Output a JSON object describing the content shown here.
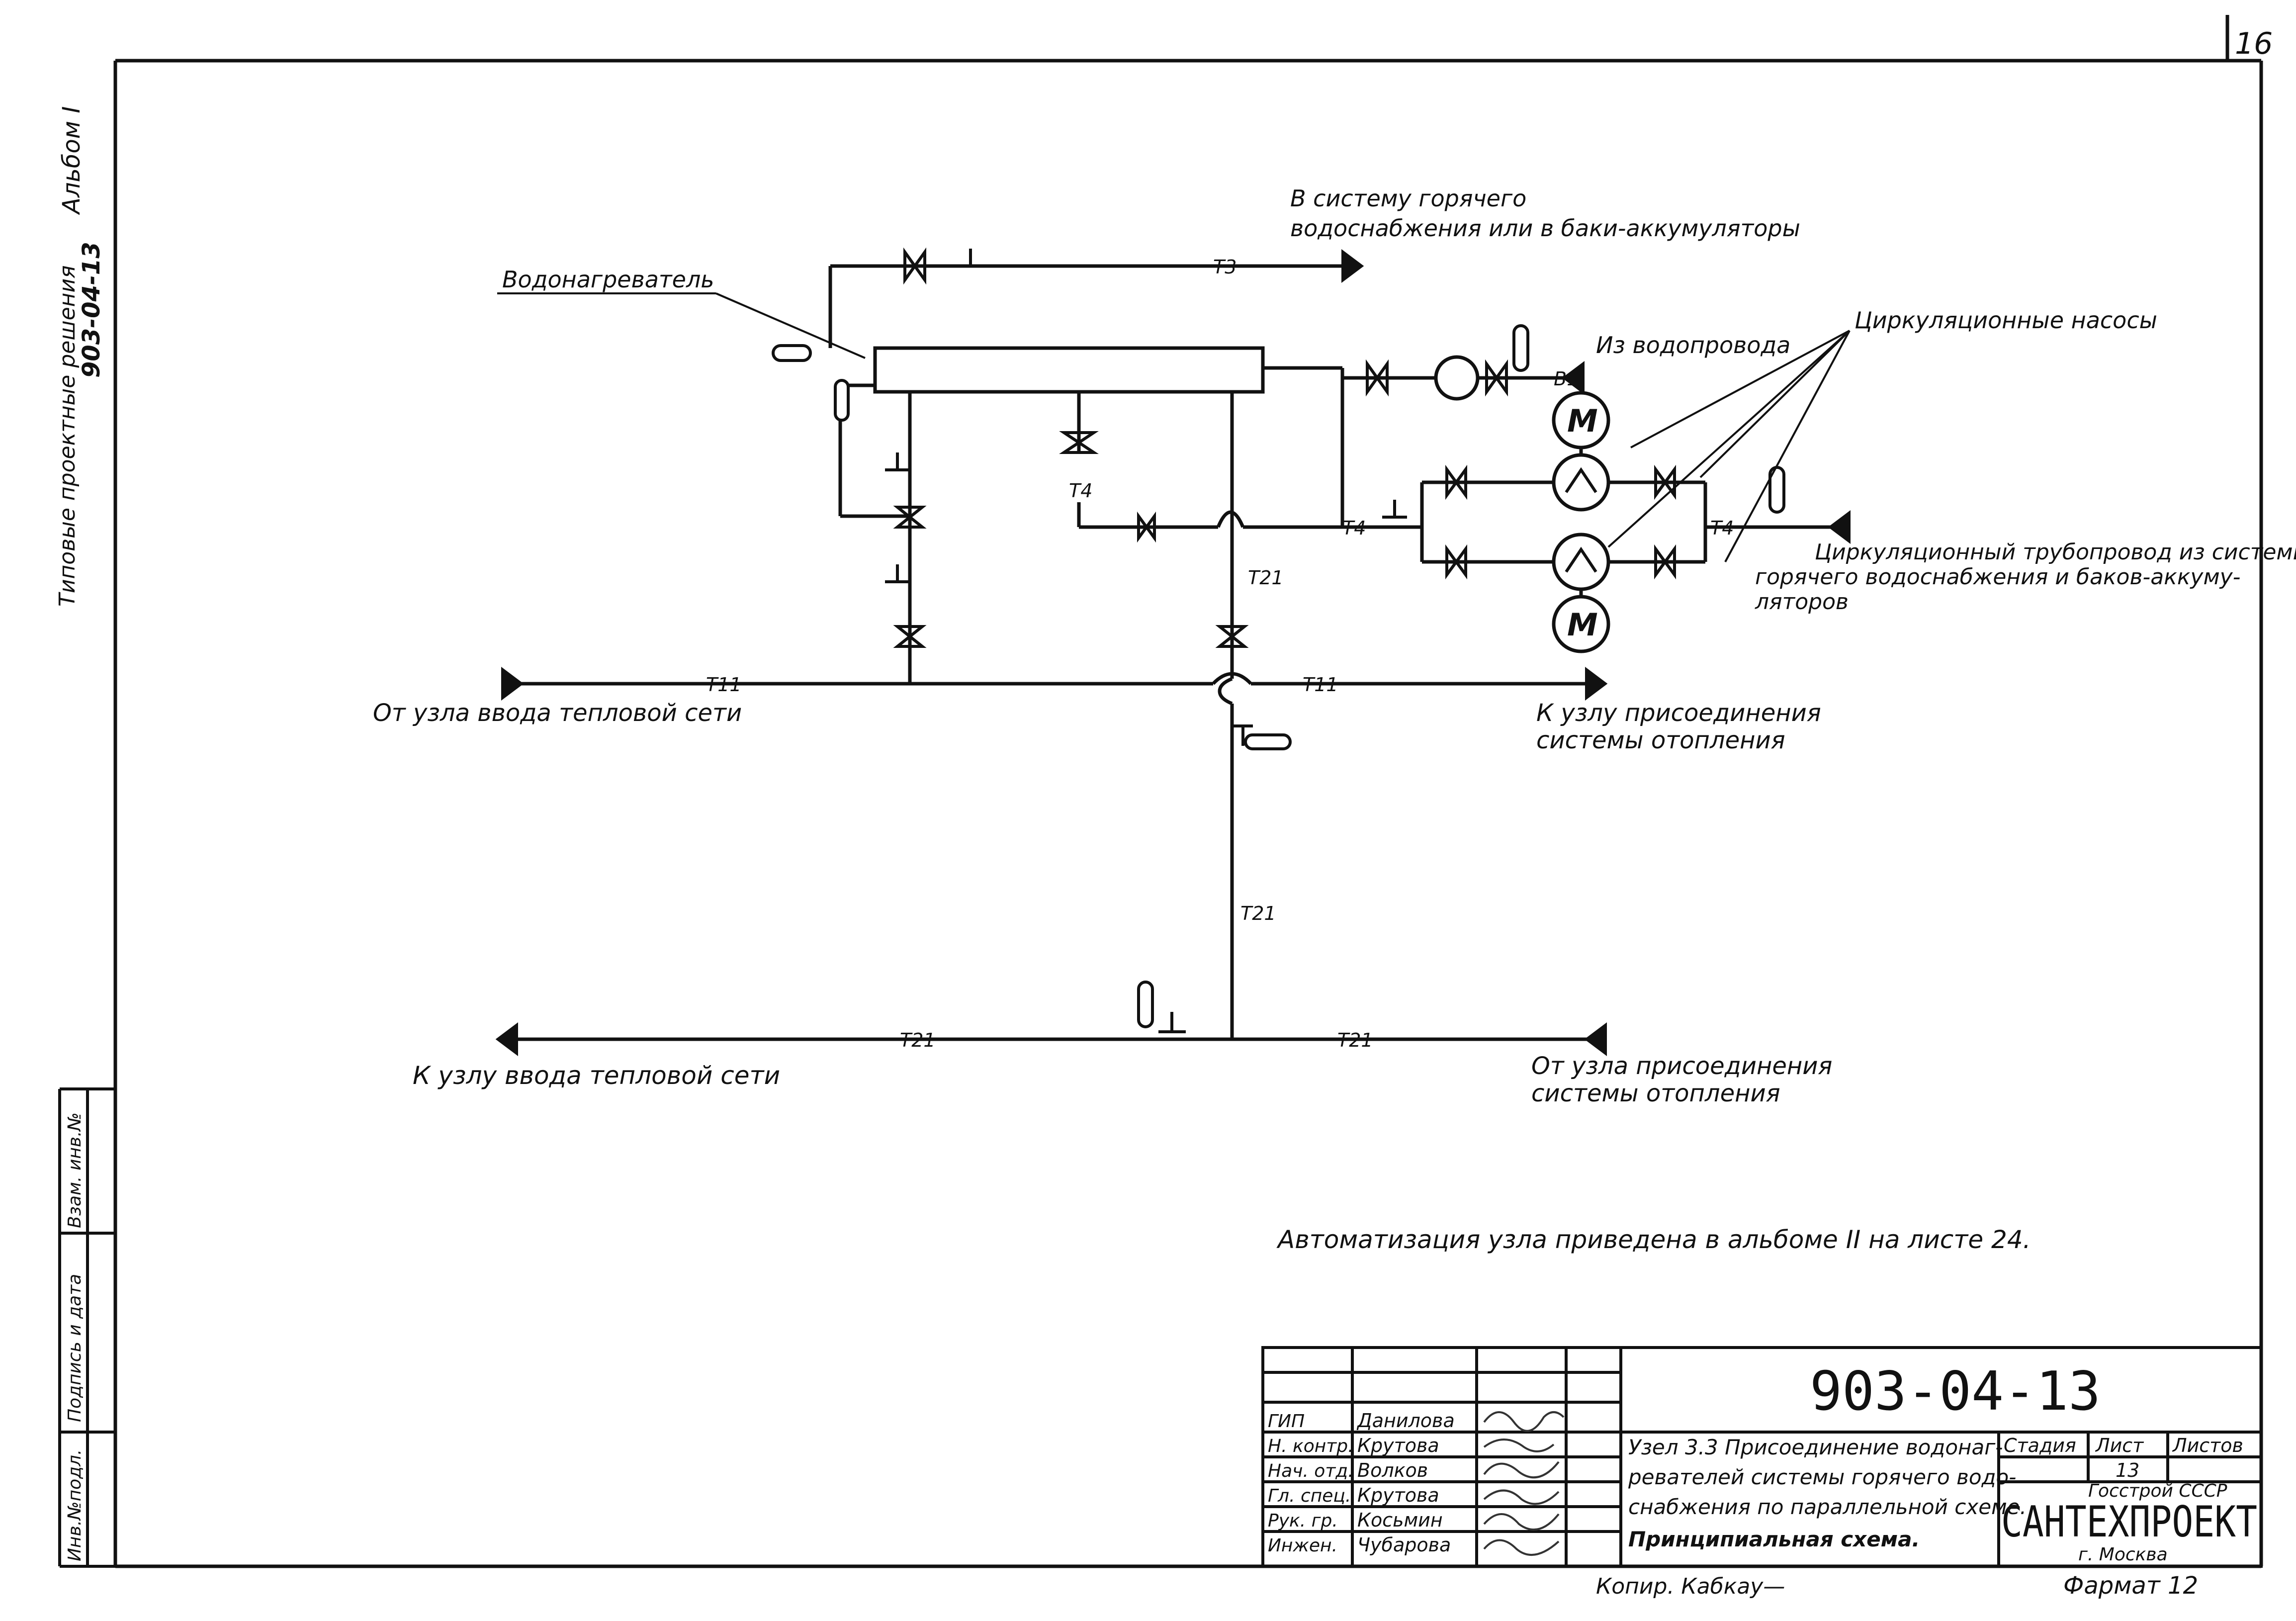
{
  "sheet": {
    "page_number": "16",
    "format": "Фармат 12",
    "copied_by": "Копир. Кабкау—"
  },
  "side_margin": {
    "series_title": "Типовые проектные решения",
    "series_number": "903-04-13",
    "album": "Альбом I",
    "stamp_columns": [
      "Инв.№подл.",
      "Подпись и дата",
      "Взам. инв.№"
    ]
  },
  "diagram": {
    "labels": {
      "heater": "Водонагреватель",
      "to_hw_system_line1": "В систему горячего",
      "to_hw_system_line2": "водоснабжения или в баки-аккумуляторы",
      "from_water_main": "Из водопровода",
      "circ_pumps": "Циркуляционные насосы",
      "circ_pipe_line1": "Циркуляционный трубопровод из системы",
      "circ_pipe_line2": "горячего водоснабжения и баков-аккуму-",
      "circ_pipe_line3": "ляторов",
      "from_heat_input": "От узла ввода тепловой сети",
      "to_heating_connection_line1": "К узлу присоединения",
      "to_heating_connection_line2": "системы отопления",
      "to_heat_input": "К узлу ввода тепловой сети",
      "from_heating_connection_line1": "От узла присоединения",
      "from_heating_connection_line2": "системы отопления",
      "automation_note": "Автоматизация узла  приведена в альбоме II на листе 24."
    },
    "pipe_codes": {
      "t3": "Т3",
      "b1": "В1",
      "t4": "Т4",
      "t11": "Т11",
      "t21": "Т21",
      "motor": "М"
    }
  },
  "title_block": {
    "document_number": "903-04-13",
    "roles": [
      {
        "role": "ГИП",
        "name": "Данилова"
      },
      {
        "role": "Н. контр.",
        "name": "Крутова"
      },
      {
        "role": "Нач. отд.",
        "name": "Волков"
      },
      {
        "role": "Гл. спец.",
        "name": "Крутова"
      },
      {
        "role": "Рук. гр.",
        "name": "Косьмин"
      },
      {
        "role": "Инжен.",
        "name": "Чубарова"
      }
    ],
    "description_lines": [
      "Узел 3.3 Присоединение водонаг-",
      "ревателей системы горячего водо-",
      "снабжения по параллельной схеме.",
      "Принципиальная  схема."
    ],
    "stage_header": "Стадия",
    "sheet_header": "Лист",
    "sheets_header": "Листов",
    "sheet_value": "13",
    "org_top": "Госстрой СССР",
    "org_name": "САНТЕХПРОЕКТ",
    "org_city": "г. Москва"
  }
}
